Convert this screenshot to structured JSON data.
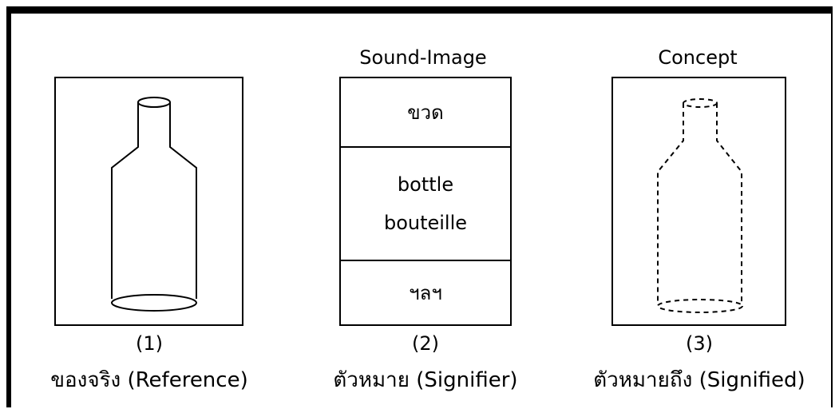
{
  "panels": [
    {
      "id": "reference",
      "header": "",
      "number": "(1)",
      "caption": "ของจริง (Reference)"
    },
    {
      "id": "signifier",
      "header": "Sound-Image",
      "number": "(2)",
      "caption": "ตัวหมาย (Signifier)",
      "cells": [
        {
          "lines": [
            "ขวด"
          ]
        },
        {
          "lines": [
            "bottle",
            "bouteille"
          ]
        },
        {
          "lines": [
            "ฯลฯ"
          ]
        }
      ]
    },
    {
      "id": "signified",
      "header": "Concept",
      "number": "(3)",
      "caption": "ตัวหมายถึง (Signified)"
    }
  ]
}
